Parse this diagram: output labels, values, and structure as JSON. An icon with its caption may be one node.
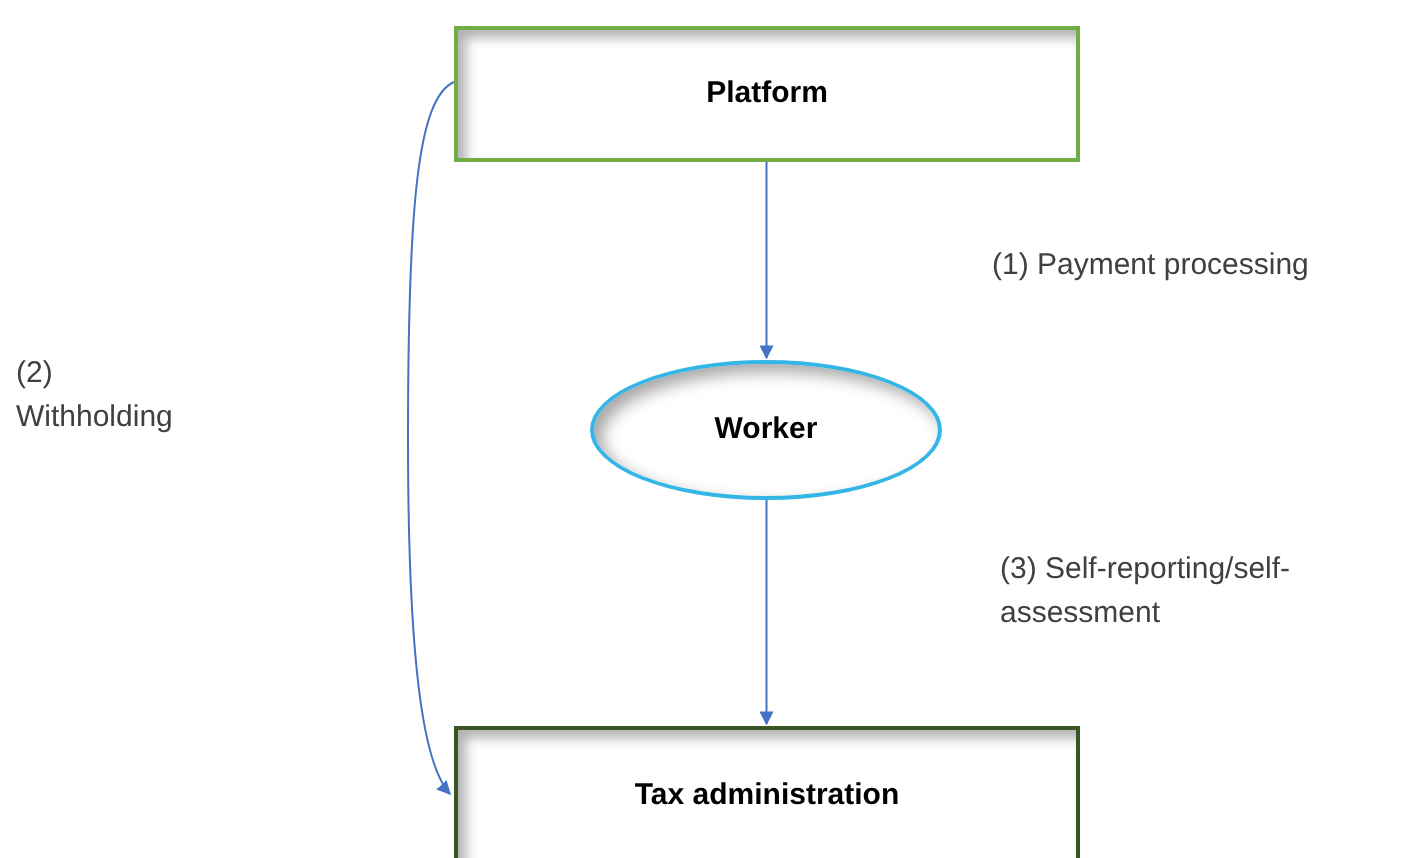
{
  "diagram": {
    "nodes": [
      {
        "text": [
          "Platform"
        ]
      },
      {
        "text": [
          "Worker"
        ]
      },
      {
        "text": [
          "Tax administration"
        ]
      }
    ],
    "edges": [
      {
        "from": 0,
        "to": 1,
        "arrow": "to"
      },
      {
        "from": 0,
        "to": 2,
        "arrow": "to"
      },
      {
        "from": 1,
        "to": 2,
        "arrow": "to"
      }
    ],
    "labels": [
      "(1) Payment processing",
      "(2) Withholding",
      "(3) Self-reporting/self- assessment"
    ]
  }
}
